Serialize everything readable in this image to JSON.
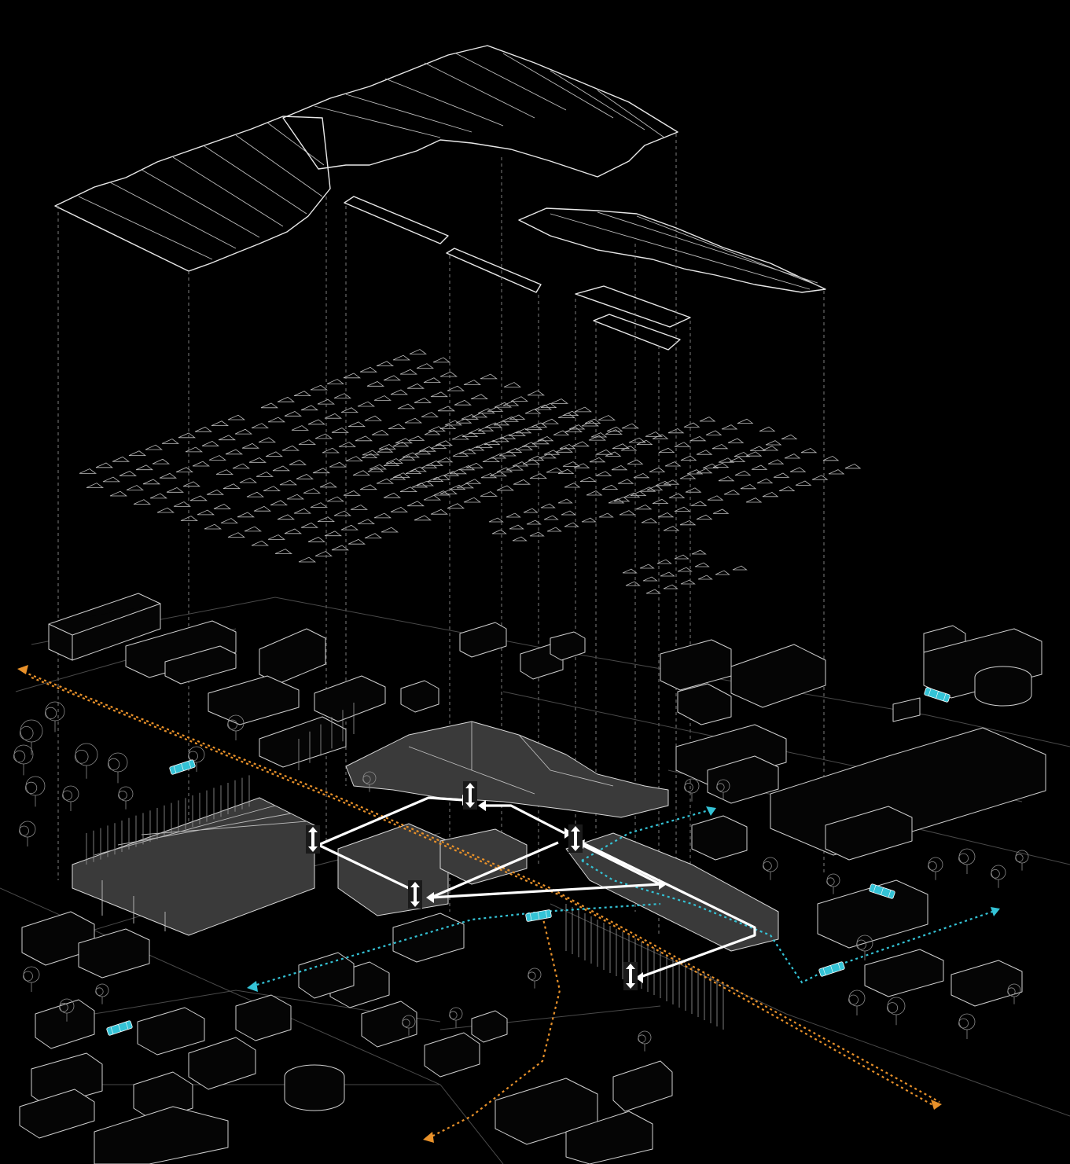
{
  "diagram": {
    "type": "exploded axonometric",
    "labels": [],
    "layers": [
      {
        "name": "roof-plates",
        "count": 9
      },
      {
        "name": "roof-truss-grid"
      },
      {
        "name": "ground-site-plan"
      }
    ],
    "colors": {
      "background": "#000000",
      "linework": "#e8e8e8",
      "rail_route": "#e8912a",
      "bus_route": "#34c3d6",
      "pedestrian_circulation": "#ffffff",
      "building_fill": "#3a3a3a"
    },
    "icons": [
      "arrow-up-down-icon",
      "bus-icon",
      "arrow-head-icon",
      "tree-icon"
    ],
    "legend": []
  }
}
